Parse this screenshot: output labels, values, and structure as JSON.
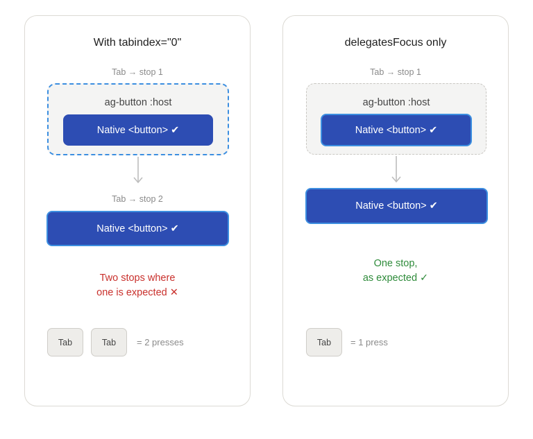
{
  "left_panel": {
    "title": "With tabindex=\"0\"",
    "stop1_caption": "Tab → stop 1",
    "host_label": "ag-button :host",
    "inner_button_label": "Native <button> ✔",
    "stop2_caption": "Tab → stop 2",
    "second_button_label": "Native <button> ✔",
    "result_line1": "Two stops where",
    "result_line2": "one is expected ✕",
    "keys": [
      "Tab",
      "Tab"
    ],
    "presses_label": "= 2 presses"
  },
  "right_panel": {
    "title": "delegatesFocus only",
    "stop1_caption": "Tab → stop 1",
    "host_label": "ag-button :host",
    "inner_button_label": "Native <button> ✔",
    "second_button_label": "Native <button> ✔",
    "result_line1": "One stop,",
    "result_line2": "as expected ✓",
    "keys": [
      "Tab"
    ],
    "presses_label": "= 1 press"
  },
  "colors": {
    "focus_ring": "#3b8ee0",
    "button_fill": "#2d4db3",
    "error": "#c9302c",
    "success": "#2e8b3a"
  }
}
